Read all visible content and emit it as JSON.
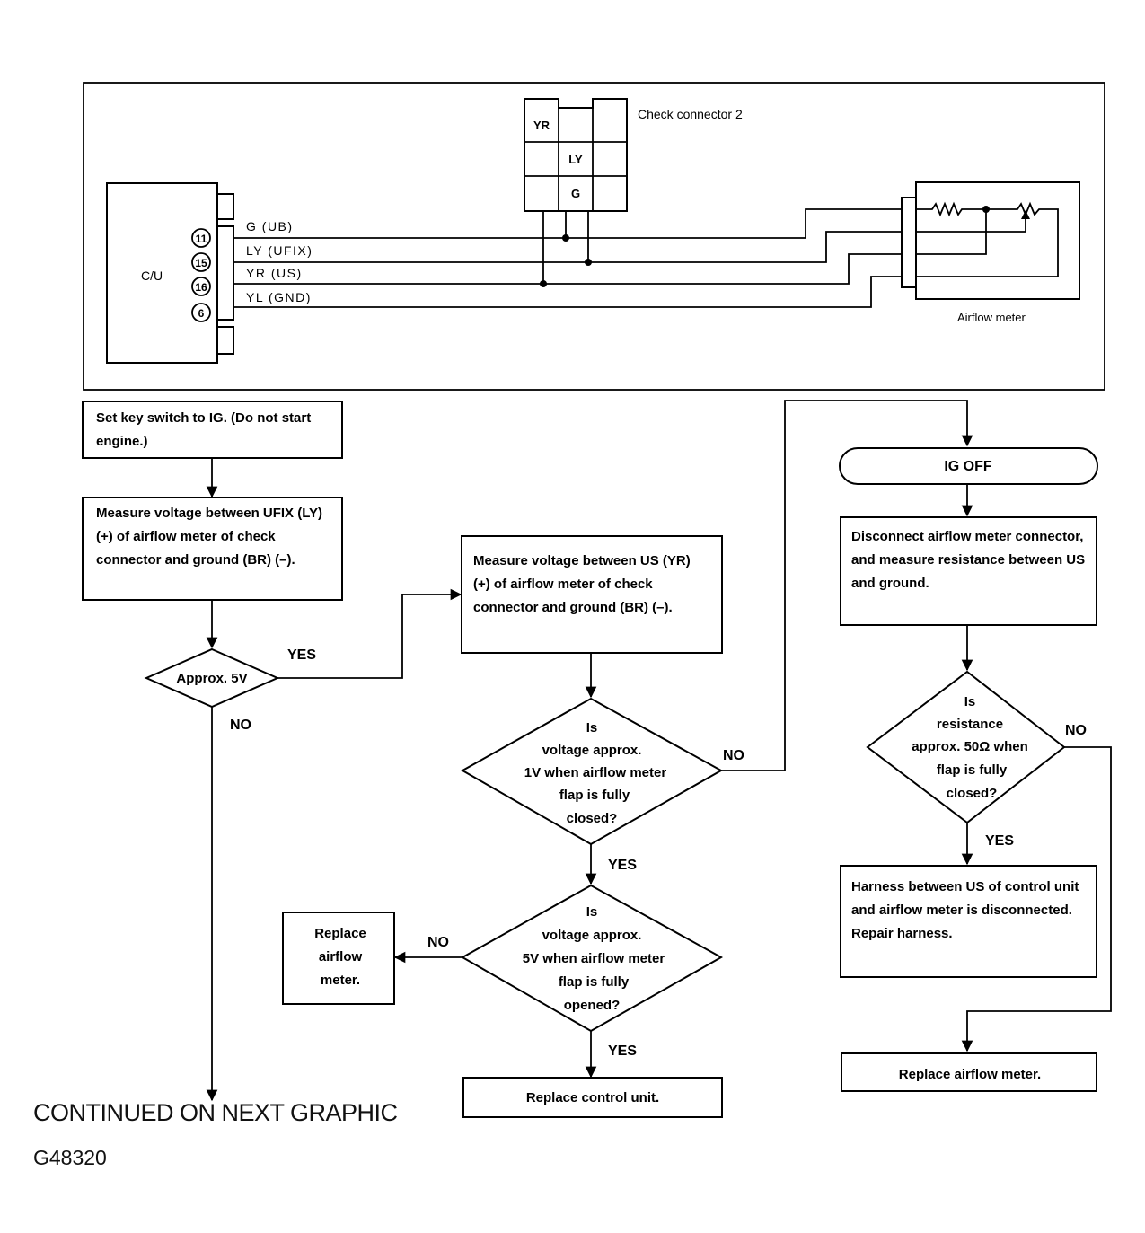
{
  "wiring": {
    "check_connector_label": "Check connector 2",
    "connector_cells": {
      "yr": "YR",
      "ly": "LY",
      "g": "G"
    },
    "cu_label": "C/U",
    "pins": [
      "11",
      "15",
      "16",
      "6"
    ],
    "wires": [
      "G (UB)",
      "LY (UFIX)",
      "YR (US)",
      "YL (GND)"
    ],
    "airflow_meter_label": "Airflow meter"
  },
  "flow": {
    "start": "Set key switch to IG. (Do not start engine.)",
    "measure_ufix": "Measure voltage between UFIX (LY) (+) of airflow meter of check connector and ground (BR) (–).",
    "q_5v": "Approx. 5V",
    "measure_us": "Measure voltage between US (YR) (+) of airflow meter of check connector and ground (BR) (–).",
    "q_1v": [
      "Is",
      "voltage approx.",
      "1V when airflow meter",
      "flap is fully",
      "closed?"
    ],
    "q_5v_open": [
      "Is",
      "voltage approx.",
      "5V when airflow meter",
      "flap is fully",
      "opened?"
    ],
    "replace_meter_left": "Replace airflow meter.",
    "replace_cu": "Replace control unit.",
    "ig_off": "IG OFF",
    "disconnect": "Disconnect airflow meter connector, and measure resistance between US and ground.",
    "q_50ohm": [
      "Is",
      "resistance",
      "approx. 50Ω when",
      "flap is fully",
      "closed?"
    ],
    "harness": "Harness between US of control unit and airflow meter is disconnected. Repair harness.",
    "replace_meter_right": "Replace airflow meter.",
    "yes": "YES",
    "no": "NO"
  },
  "footer": {
    "continued": "CONTINUED ON NEXT GRAPHIC",
    "figure_id": "G48320"
  }
}
